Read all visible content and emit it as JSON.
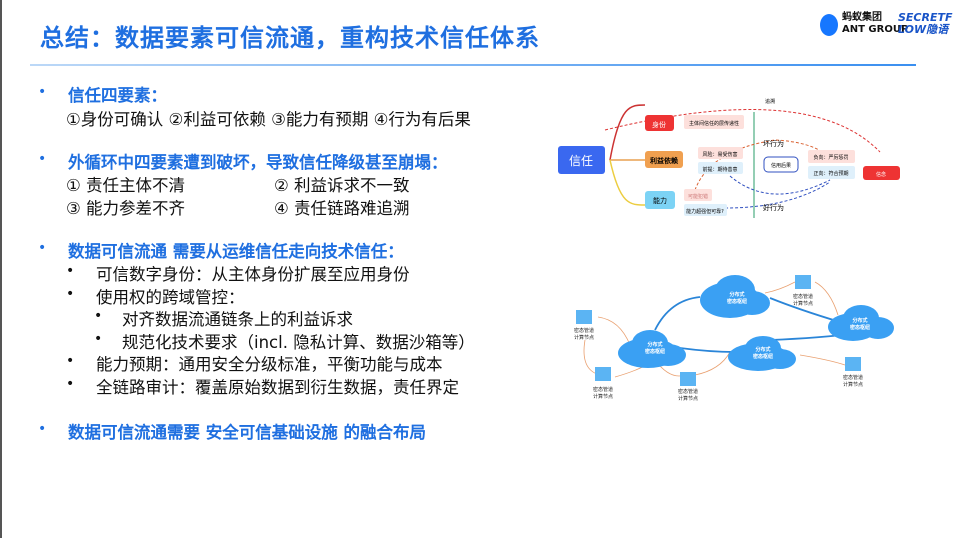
{
  "title": "总结：数据要素可信流通，重构技术信任体系",
  "logo": {
    "ant_cn": "蚂蚁集团",
    "ant_en": "ANT GROUP",
    "sf": "SECRETFLOW隐语"
  },
  "bullets": {
    "b1_head": "信任四要素：",
    "b1_body": "①身份可确认 ②利益可依赖 ③能力有预期 ④行为有后果",
    "b2_head": "外循环中四要素遭到破坏，导致信任降级甚至崩塌：",
    "b2_items": [
      "① 责任主体不清",
      "② 利益诉求不一致",
      "③ 能力参差不齐",
      "④ 责任链路难追溯"
    ],
    "b3_head": "数据可信流通 需要从运维信任走向技术信任：",
    "b3_items": [
      "可信数字身份：从主体身份扩展至应用身份",
      "使用权的跨域管控：",
      "对齐数据流通链条上的利益诉求",
      "规范化技术要求（incl. 隐私计算、数据沙箱等）",
      "能力预期：通用安全分级标准，平衡功能与成本",
      "全链路审计：覆盖原始数据到衍生数据，责任界定"
    ],
    "b4_head": "数据可信流通需要 安全可信基础设施 的融合布局"
  },
  "mindmap": {
    "root": "信任",
    "identity": "身份",
    "identity_leaf": "主体间信任的层传递性",
    "interest": "利益依赖",
    "risk": "风险：易受伤害",
    "premise": "前提：期待善意",
    "ability": "能力",
    "mistake": "可能犯错",
    "reliable": "能力超强但可靠?",
    "trace": "追溯",
    "bad": "坏行为",
    "good": "好行为",
    "credit": "信用后果",
    "neg": "负向：严厉惩罚",
    "pos": "正向：符合预期",
    "belief": "信念"
  },
  "network": {
    "hub": [
      "分布式",
      "密态枢纽"
    ],
    "node": [
      "密态管道",
      "计算节点"
    ]
  },
  "colors": {
    "accent": "#1f6fe0",
    "cloud": "#3aa0f3"
  }
}
